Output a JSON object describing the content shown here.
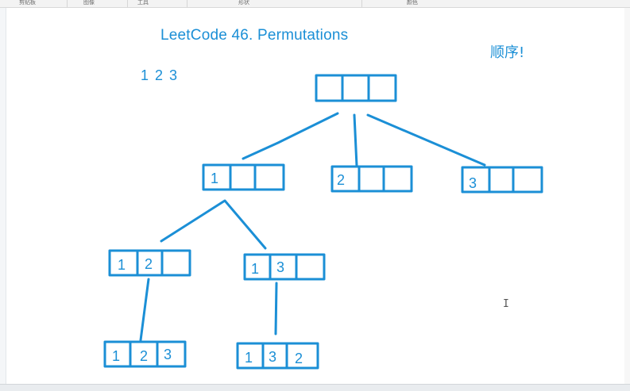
{
  "ribbon": {
    "groups": [
      "剪贴板",
      "图像",
      "工具",
      "形状",
      "颜色"
    ]
  },
  "heading": {
    "title": "LeetCode 46. Permutations",
    "input_numbers": "1 2 3",
    "note": "顺序!"
  },
  "tree": {
    "root": [
      "",
      "",
      ""
    ],
    "level1": [
      [
        "1",
        "",
        ""
      ],
      [
        "2",
        "",
        ""
      ],
      [
        "3",
        "",
        ""
      ]
    ],
    "level2": [
      [
        "1",
        "2",
        ""
      ],
      [
        "1",
        "3",
        ""
      ]
    ],
    "level3": [
      [
        "1",
        "2",
        "3"
      ],
      [
        "1",
        "3",
        "2"
      ]
    ]
  },
  "cursor": "I",
  "colors": {
    "ink": "#1b8fd6",
    "ribbon": "#f3f3f3",
    "canvas": "#ffffff"
  }
}
